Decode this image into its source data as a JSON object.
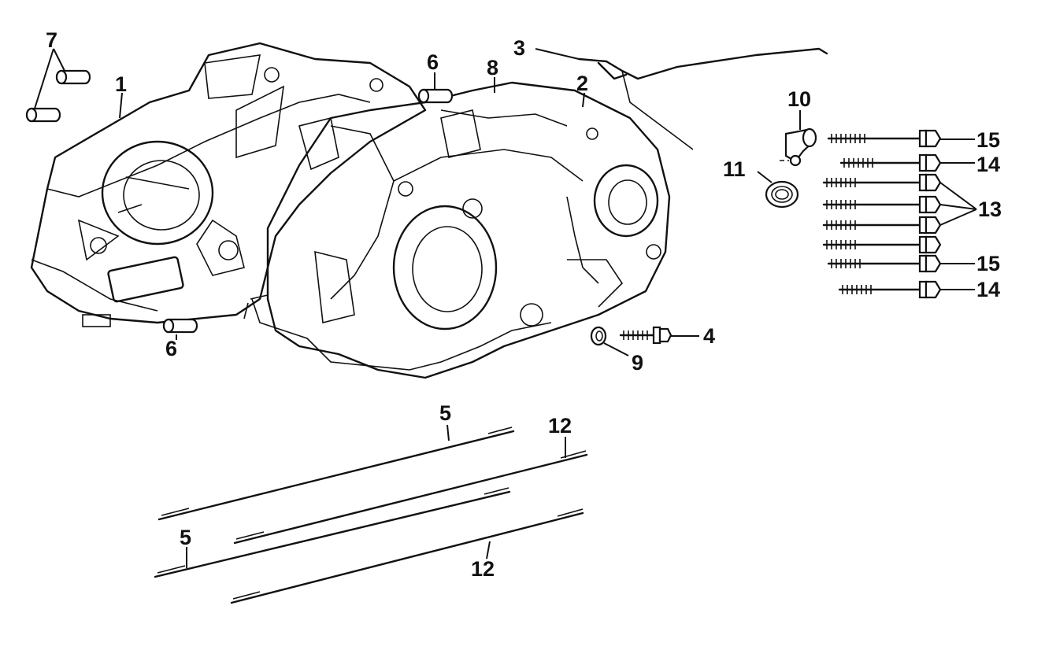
{
  "callouts": {
    "c1": "1",
    "c2": "2",
    "c3": "3",
    "c4": "4",
    "c5a": "5",
    "c5b": "5",
    "c6a": "6",
    "c6b": "6",
    "c7": "7",
    "c8": "8",
    "c9": "9",
    "c10": "10",
    "c11": "11",
    "c12a": "12",
    "c12b": "12",
    "c13": "13",
    "c14a": "14",
    "c14b": "14",
    "c15a": "15",
    "c15b": "15"
  }
}
